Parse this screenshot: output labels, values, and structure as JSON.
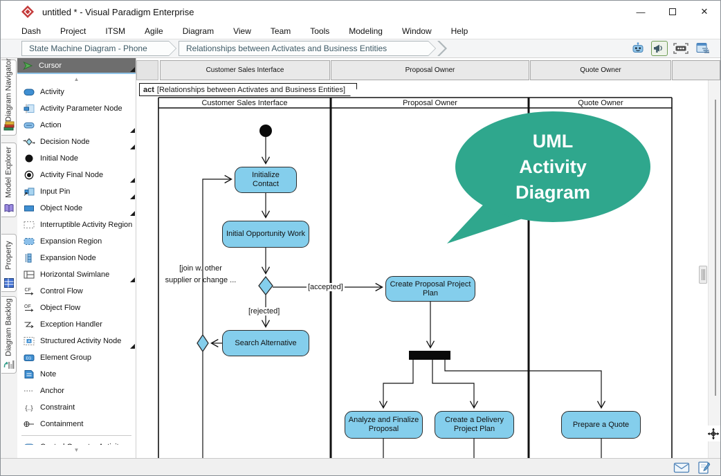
{
  "window": {
    "title": "untitled * - Visual Paradigm Enterprise",
    "controls": {
      "minimize": "—",
      "close": "✕"
    }
  },
  "menubar": {
    "items": [
      "Dash",
      "Project",
      "ITSM",
      "Agile",
      "Diagram",
      "View",
      "Team",
      "Tools",
      "Modeling",
      "Window",
      "Help"
    ]
  },
  "breadcrumb": {
    "items": [
      "State Machine Diagram - Phone",
      "Relationships between Activates and Business Entities"
    ]
  },
  "toolbar_icons": [
    "robot-assistant",
    "announcement",
    "selection-sweeper",
    "panel-layout"
  ],
  "side_tabs": {
    "items": [
      "Diagram Navigator",
      "Model Explorer",
      "Property",
      "Diagram Backlog"
    ]
  },
  "palette": {
    "cursor_label": "Cursor",
    "items": [
      {
        "label": "Activity",
        "flyout": false
      },
      {
        "label": "Activity Parameter Node",
        "flyout": false
      },
      {
        "label": "Action",
        "flyout": true
      },
      {
        "label": "Decision Node",
        "flyout": true
      },
      {
        "label": "Initial Node",
        "flyout": false
      },
      {
        "label": "Activity Final Node",
        "flyout": true
      },
      {
        "label": "Input Pin",
        "flyout": true
      },
      {
        "label": "Object Node",
        "flyout": true
      },
      {
        "label": "Interruptible Activity Region",
        "flyout": false
      },
      {
        "label": "Expansion Region",
        "flyout": false
      },
      {
        "label": "Expansion Node",
        "flyout": false
      },
      {
        "label": "Horizontal Swimlane",
        "flyout": true
      },
      {
        "label": "Control Flow",
        "flyout": false
      },
      {
        "label": "Object Flow",
        "flyout": false
      },
      {
        "label": "Exception Handler",
        "flyout": false
      },
      {
        "label": "Structured Activity Node",
        "flyout": true
      },
      {
        "label": "Element Group",
        "flyout": false
      },
      {
        "label": "Note",
        "flyout": false
      },
      {
        "label": "Anchor",
        "flyout": false
      },
      {
        "label": "Constraint",
        "flyout": false
      },
      {
        "label": "Containment",
        "flyout": false
      }
    ],
    "clipped_item": "Control Operator Activity"
  },
  "canvas": {
    "header_buttons": [
      "Customer Sales Interface",
      "Proposal Owner",
      "Quote Owner"
    ],
    "frame_label_prefix": "act",
    "frame_label": "[Relationships between Activates and Business Entities]",
    "lanes": [
      "Customer Sales Interface",
      "Proposal Owner",
      "Quote Owner"
    ],
    "nodes": {
      "initialize_contact": "Initialize Contact",
      "initial_opportunity_work": "Initial Opportunity Work",
      "search_alternative": "Search Alternative",
      "create_proposal_project_plan": "Create Proposal Project Plan",
      "analyze_and_finalize_proposal": "Analyze and Finalize Proposal",
      "create_a_delivery_project_plan": "Create a Delivery Project Plan",
      "prepare_a_quote": "Prepare a Quote"
    },
    "edge_labels": {
      "accepted": "[accepted]",
      "rejected": "[rejected]",
      "join_note": "[join w. other\nsupplier or change ..."
    },
    "bubble": {
      "text": "UML\nActivity\nDiagram",
      "color": "#2FA78D"
    }
  },
  "colors": {
    "node_fill": "#84CEEC",
    "node_border": "#2B2B2B",
    "selected_tool_bg": "#6E6E6E",
    "bubble": "#2FA78D"
  }
}
